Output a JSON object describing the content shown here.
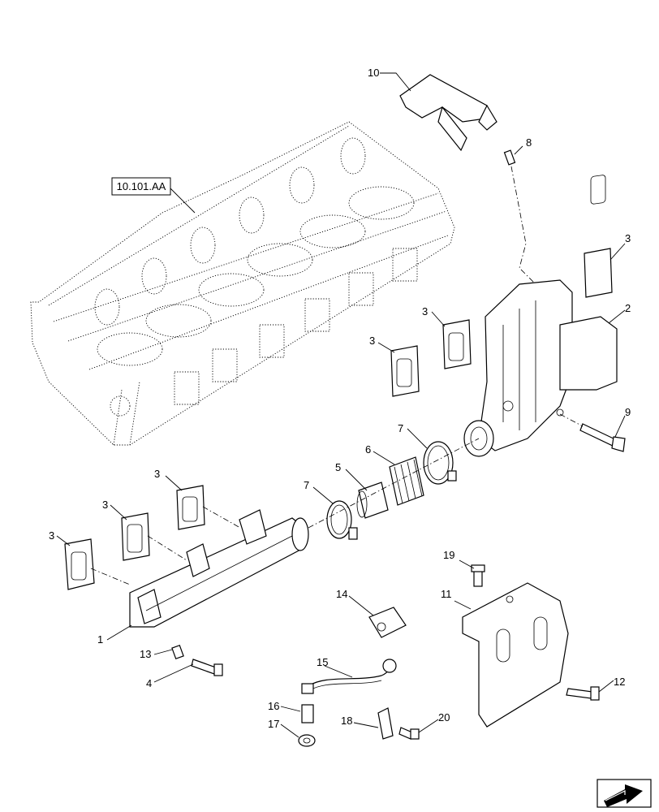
{
  "reference_box": "10.101.AA",
  "callouts": [
    {
      "id": "c10",
      "text": "10"
    },
    {
      "id": "c8",
      "text": "8"
    },
    {
      "id": "c3a",
      "text": "3"
    },
    {
      "id": "c2",
      "text": "2"
    },
    {
      "id": "c3b",
      "text": "3"
    },
    {
      "id": "c3c",
      "text": "3"
    },
    {
      "id": "c9",
      "text": "9"
    },
    {
      "id": "c7a",
      "text": "7"
    },
    {
      "id": "c6",
      "text": "6"
    },
    {
      "id": "c5",
      "text": "5"
    },
    {
      "id": "c7b",
      "text": "7"
    },
    {
      "id": "c3d",
      "text": "3"
    },
    {
      "id": "c3e",
      "text": "3"
    },
    {
      "id": "c3f",
      "text": "3"
    },
    {
      "id": "c19",
      "text": "19"
    },
    {
      "id": "c11",
      "text": "11"
    },
    {
      "id": "c14",
      "text": "14"
    },
    {
      "id": "c1",
      "text": "1"
    },
    {
      "id": "c13",
      "text": "13"
    },
    {
      "id": "c4",
      "text": "4"
    },
    {
      "id": "c15",
      "text": "15"
    },
    {
      "id": "c12",
      "text": "12"
    },
    {
      "id": "c16",
      "text": "16"
    },
    {
      "id": "c17",
      "text": "17"
    },
    {
      "id": "c18",
      "text": "18"
    },
    {
      "id": "c20",
      "text": "20"
    }
  ]
}
